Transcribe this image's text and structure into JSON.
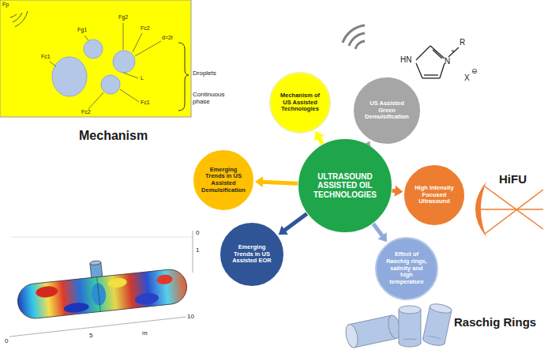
{
  "diagram": {
    "nodes": [
      {
        "text": [
          "Mechanism of US Assisted Technologies"
        ]
      },
      {
        "text": [
          "US Assisted Green Demulsification"
        ]
      },
      {
        "text": [
          "Emerging Trends in US Assisted Demulsification"
        ]
      },
      {
        "text": [
          "ULTRASOUND ASSISTED OIL TECHNOLOGIES"
        ]
      },
      {
        "text": [
          "High Intensity Focused Ultrasound"
        ]
      },
      {
        "text": [
          "Emerging Trends in US Assisted EOR"
        ]
      },
      {
        "text": [
          "Effect of Raschig rings, salinity and high temperature"
        ]
      }
    ],
    "edges": [
      {
        "from": 3,
        "to": 0,
        "arrow": "to"
      },
      {
        "from": 3,
        "to": 1,
        "arrow": "to"
      },
      {
        "from": 3,
        "to": 2,
        "arrow": "to"
      },
      {
        "from": 3,
        "to": 4,
        "arrow": "to"
      },
      {
        "from": 3,
        "to": 5,
        "arrow": "to"
      },
      {
        "from": 3,
        "to": 6,
        "arrow": "to"
      }
    ],
    "labels": [
      "Fp",
      "Fg1",
      "Fg2",
      "Fc2",
      "Fc1",
      "Fc2",
      "Fc1",
      "d=2r",
      "L",
      "Droplets",
      "Continuous phase",
      "Mechanism",
      "HN",
      "N",
      "+",
      "R",
      "X",
      "⊖",
      "HiFU",
      "Raschig Rings",
      "0",
      "1",
      "0",
      "5",
      "10",
      "m"
    ]
  }
}
